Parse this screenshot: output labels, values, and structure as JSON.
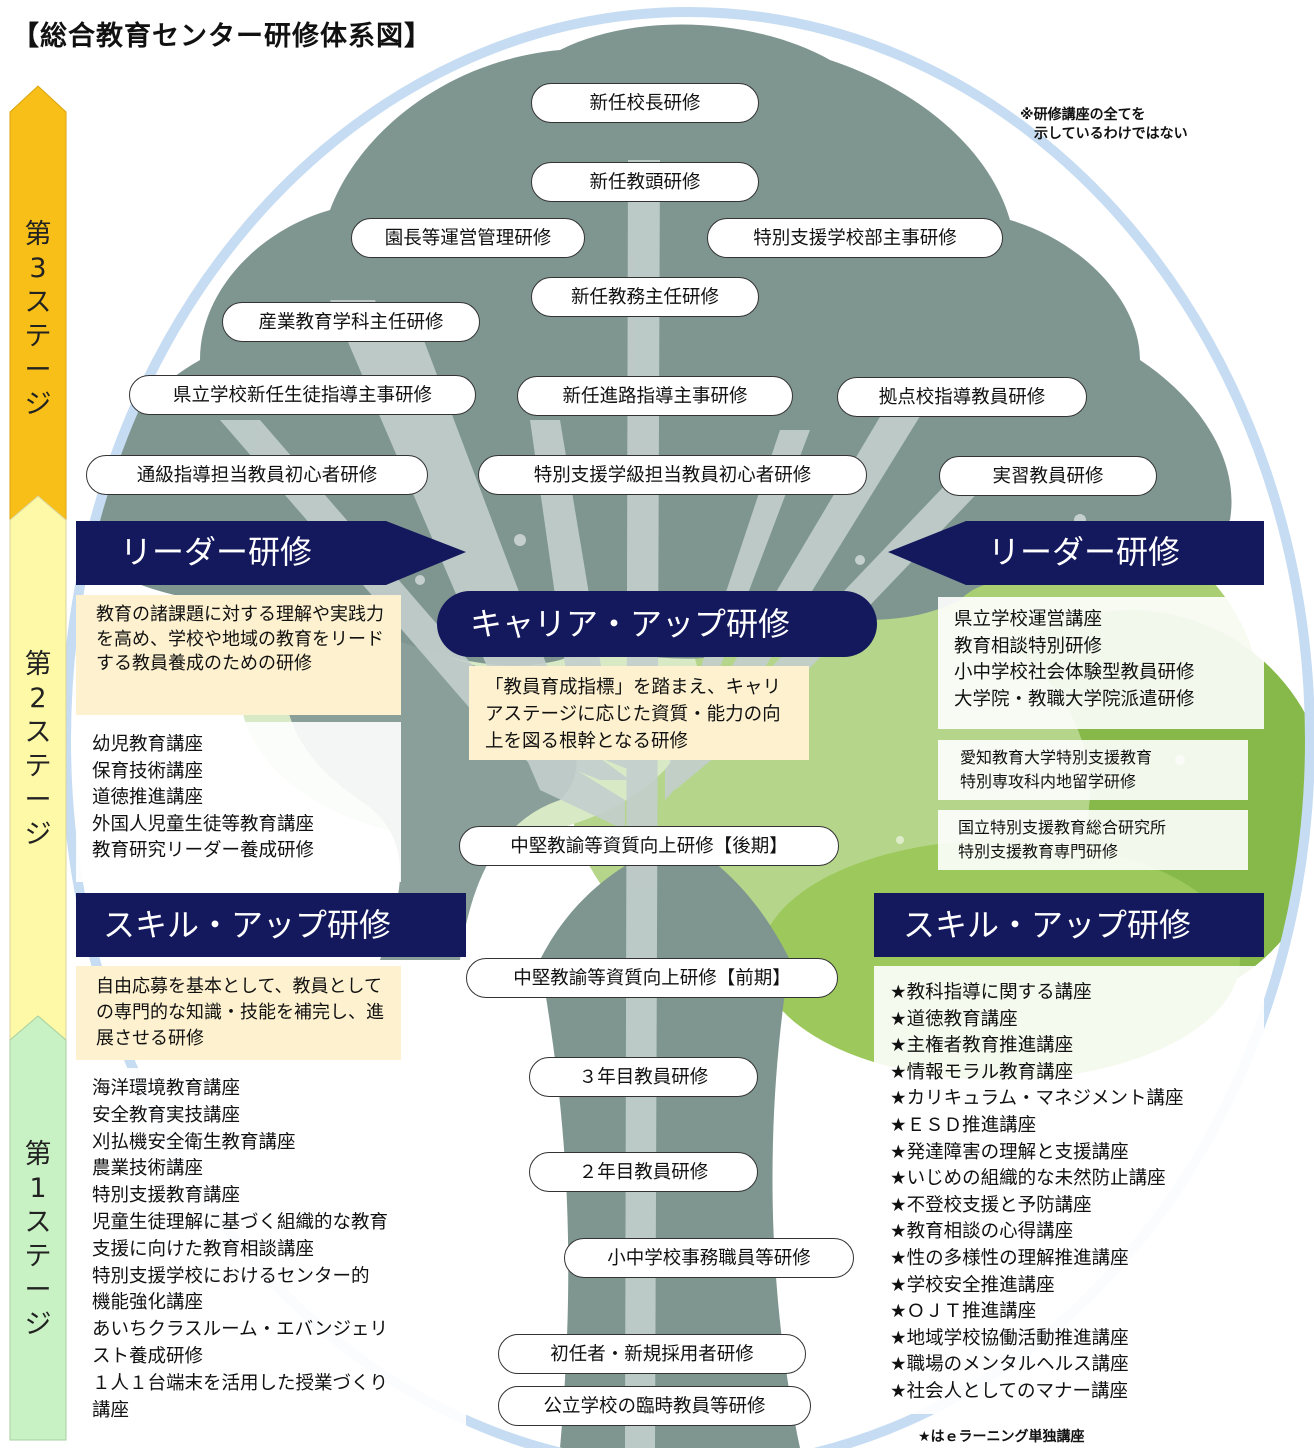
{
  "title": "【総合教育センター研修体系図】",
  "note": "※研修講座の全てを\n　示しているわけではない",
  "footnote": "★はｅラーニング単独講座",
  "stages": [
    {
      "label": "第\n3\nス\nテ\nー\nジ",
      "color": "#f7bf17"
    },
    {
      "label": "第\n2\nス\nテ\nー\nジ",
      "color": "#fdf9a6"
    },
    {
      "label": "第\n1\nス\nテ\nー\nジ",
      "color": "#c9f2c4"
    }
  ],
  "pills": [
    "新任校長研修",
    "新任教頭研修",
    "園長等運営管理研修",
    "特別支援学校部主事研修",
    "新任教務主任研修",
    "産業教育学科主任研修",
    "県立学校新任生徒指導主事研修",
    "新任進路指導主事研修",
    "拠点校指導教員研修",
    "通級指導担当教員初心者研修",
    "特別支援学級担当教員初心者研修",
    "実習教員研修",
    "中堅教諭等資質向上研修【後期】",
    "中堅教諭等資質向上研修【前期】",
    "３年目教員研修",
    "２年目教員研修",
    "小中学校事務職員等研修",
    "初任者・新規採用者研修",
    "公立学校の臨時教員等研修"
  ],
  "leader_left": {
    "heading": "リーダー研修",
    "description": "教育の諸課題に対する理解や実践力を高め、学校や地域の教育をリードする教員養成のための研修",
    "courses": [
      "幼児教育講座",
      "保育技術講座",
      "道徳推進講座",
      "外国人児童生徒等教育講座",
      "教育研究リーダー養成研修"
    ]
  },
  "leader_right": {
    "heading": "リーダー研修",
    "courses": [
      "県立学校運営講座",
      "教育相談特別研修",
      "小中学校社会体験型教員研修",
      "大学院・教職大学院派遣研修"
    ],
    "extra1": [
      "愛知教育大学特別支援教育",
      "特別専攻科内地留学研修"
    ],
    "extra2": [
      "国立特別支援教育総合研究所",
      "特別支援教育専門研修"
    ]
  },
  "career": {
    "heading": "キャリア・アップ研修",
    "description": "「教員育成指標」を踏まえ、キャリアステージに応じた資質・能力の向上を図る根幹となる研修"
  },
  "skill_left": {
    "heading": "スキル・アップ研修",
    "description": "自由応募を基本として、教員としての専門的な知識・技能を補完し、進展させる研修",
    "courses": [
      "海洋環境教育講座",
      "安全教育実技講座",
      "刈払機安全衛生教育講座",
      "農業技術講座",
      "特別支援教育講座",
      "児童生徒理解に基づく組織的な教育",
      "支援に向けた教育相談講座",
      "特別支援学校におけるセンター的",
      "機能強化講座",
      "あいちクラスルーム・エバンジェリ",
      "スト養成研修",
      "１人１台端末を活用した授業づくり",
      "講座"
    ]
  },
  "skill_right": {
    "heading": "スキル・アップ研修",
    "courses": [
      "★教科指導に関する講座",
      "★道徳教育講座",
      "★主権者教育推進講座",
      "★情報モラル教育講座",
      "★カリキュラム・マネジメント講座",
      "★ＥＳＤ推進講座",
      "★発達障害の理解と支援講座",
      "★いじめの組織的な未然防止講座",
      "★不登校支援と予防講座",
      "★教育相談の心得講座",
      "★性の多様性の理解推進講座",
      "★学校安全推進講座",
      "★ＯＪＴ推進講座",
      "★地域学校協働活動推進講座",
      "★職場のメンタルヘルス講座",
      "★社会人としてのマナー講座"
    ]
  },
  "colors": {
    "navy": "#14185c",
    "cream": "#fdf1cf",
    "circle": "#c6dcf3"
  }
}
